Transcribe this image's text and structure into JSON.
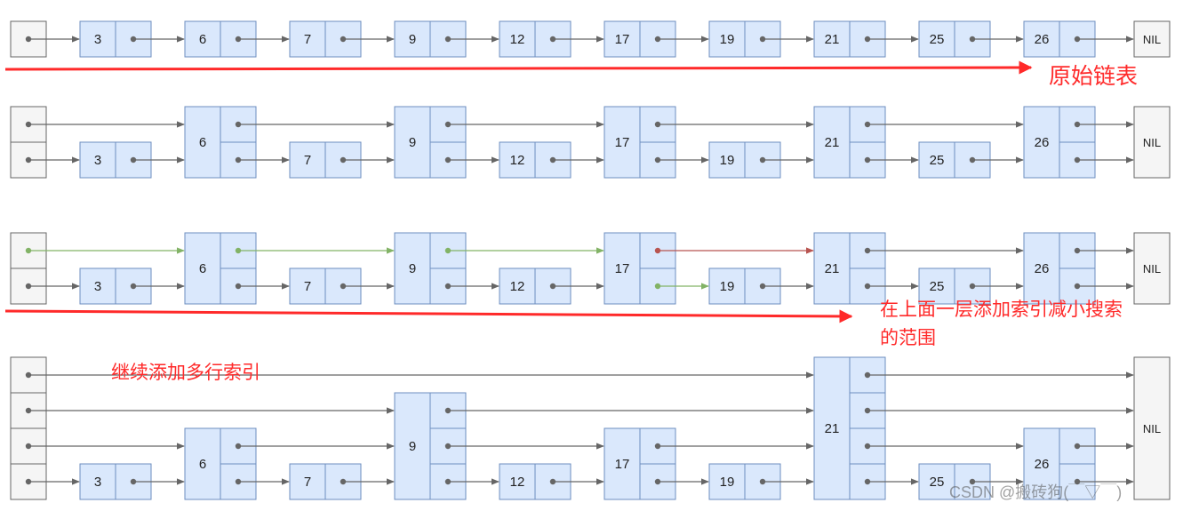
{
  "nil_label": "NIL",
  "colors": {
    "node_fill": "#dae8fc",
    "node_stroke": "#6c8ebf",
    "head_fill": "#f5f5f5",
    "connector": "#666666",
    "search_path": "#82b366",
    "overshoot": "#b85450",
    "annotation": "#ff2a2a"
  },
  "diagrams": [
    {
      "id": "original-list",
      "levels": 1,
      "nodes": [
        {
          "value": "3",
          "height": 1
        },
        {
          "value": "6",
          "height": 1
        },
        {
          "value": "7",
          "height": 1
        },
        {
          "value": "9",
          "height": 1
        },
        {
          "value": "12",
          "height": 1
        },
        {
          "value": "17",
          "height": 1
        },
        {
          "value": "19",
          "height": 1
        },
        {
          "value": "21",
          "height": 1
        },
        {
          "value": "25",
          "height": 1
        },
        {
          "value": "26",
          "height": 1
        }
      ]
    },
    {
      "id": "two-level-index",
      "levels": 2,
      "nodes": [
        {
          "value": "3",
          "height": 1
        },
        {
          "value": "6",
          "height": 2
        },
        {
          "value": "7",
          "height": 1
        },
        {
          "value": "9",
          "height": 2
        },
        {
          "value": "12",
          "height": 1
        },
        {
          "value": "17",
          "height": 2
        },
        {
          "value": "19",
          "height": 1
        },
        {
          "value": "21",
          "height": 2
        },
        {
          "value": "25",
          "height": 1
        },
        {
          "value": "26",
          "height": 2
        }
      ]
    },
    {
      "id": "search-path",
      "levels": 2,
      "nodes": [
        {
          "value": "3",
          "height": 1
        },
        {
          "value": "6",
          "height": 2
        },
        {
          "value": "7",
          "height": 1
        },
        {
          "value": "9",
          "height": 2
        },
        {
          "value": "12",
          "height": 1
        },
        {
          "value": "17",
          "height": 2
        },
        {
          "value": "19",
          "height": 1
        },
        {
          "value": "21",
          "height": 2
        },
        {
          "value": "25",
          "height": 1
        },
        {
          "value": "26",
          "height": 2
        }
      ],
      "search_target": "19"
    },
    {
      "id": "multi-level-index",
      "levels": 4,
      "nodes": [
        {
          "value": "3",
          "height": 1
        },
        {
          "value": "6",
          "height": 2
        },
        {
          "value": "7",
          "height": 1
        },
        {
          "value": "9",
          "height": 3
        },
        {
          "value": "12",
          "height": 1
        },
        {
          "value": "17",
          "height": 2
        },
        {
          "value": "19",
          "height": 1
        },
        {
          "value": "21",
          "height": 4
        },
        {
          "value": "25",
          "height": 1
        },
        {
          "value": "26",
          "height": 2
        }
      ]
    }
  ],
  "annotations": {
    "original": "原始链表",
    "index_line1": "在上面一层添加索引减小搜索",
    "index_line2": "的范围",
    "multi": "继续添加多行索引"
  },
  "watermark": "CSDN @搬砖狗(￣▽￣)"
}
